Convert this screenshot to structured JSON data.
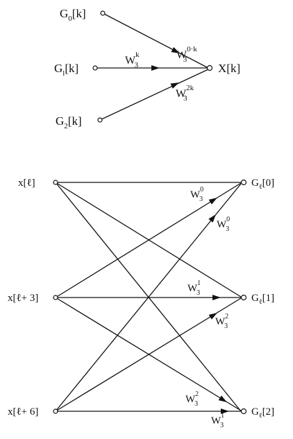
{
  "top": {
    "inputs": [
      {
        "base": "G",
        "sub": "0",
        "tail": "[k]"
      },
      {
        "base": "G",
        "sub": "l",
        "tail": "[k]"
      },
      {
        "base": "G",
        "sub": "2",
        "tail": "[k]"
      }
    ],
    "output": "X[k]",
    "weights": [
      {
        "base": "W",
        "sub": "3",
        "sup": "0·k"
      },
      {
        "base": "W",
        "sub": "3",
        "sup": "k"
      },
      {
        "base": "W",
        "sub": "3",
        "sup": "2k"
      }
    ]
  },
  "bottom": {
    "inputs": [
      {
        "text": "x[ℓ]"
      },
      {
        "text": "x[ℓ+ 3]"
      },
      {
        "text": "x[ℓ+ 6]"
      }
    ],
    "outputs": [
      {
        "base": "G",
        "sub": "ℓ",
        "tail": "[0]"
      },
      {
        "base": "G",
        "sub": "ℓ",
        "tail": "[1]"
      },
      {
        "base": "G",
        "sub": "ℓ",
        "tail": "[2]"
      }
    ],
    "weights": [
      {
        "base": "W",
        "sub": "3",
        "sup": "0"
      },
      {
        "base": "W",
        "sub": "3",
        "sup": "0"
      },
      {
        "base": "W",
        "sub": "3",
        "sup": "1"
      },
      {
        "base": "W",
        "sub": "3",
        "sup": "2"
      },
      {
        "base": "W",
        "sub": "3",
        "sup": "2"
      },
      {
        "base": "W",
        "sub": "3",
        "sup": "1"
      }
    ]
  }
}
